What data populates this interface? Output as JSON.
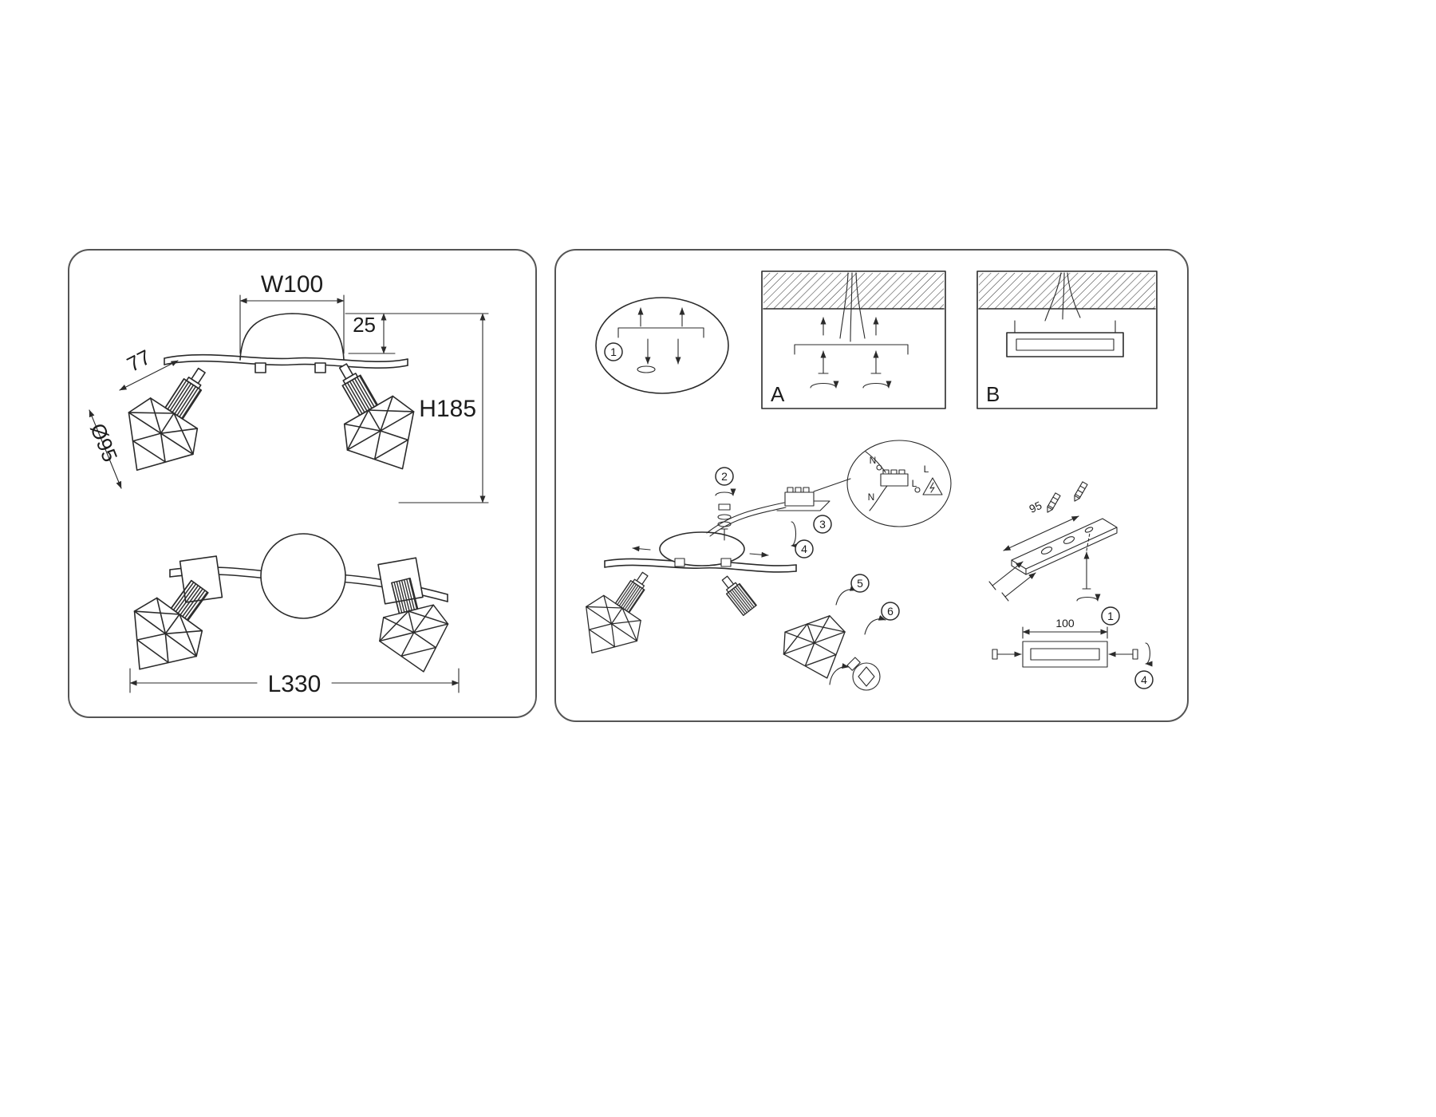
{
  "sheet": {
    "background": "#ffffff",
    "ink": "#2b2b2b",
    "panel_border": "#555555"
  },
  "dimensions_panel": {
    "canopy_width_label": "W100",
    "canopy_height_label": "25",
    "head_length_label": "77",
    "shade_diameter_label": "Ø95",
    "fixture_height_label": "H185",
    "fixture_length_label": "L330"
  },
  "installation_panel": {
    "steps": [
      "1",
      "2",
      "3",
      "4",
      "5",
      "6"
    ],
    "option_a_label": "A",
    "option_b_label": "B",
    "wiring": {
      "neutral": "N",
      "live": "L"
    },
    "bracket": {
      "depth_label": "95",
      "width_label": "100",
      "anchor_step": "1",
      "screw_step": "4"
    }
  }
}
